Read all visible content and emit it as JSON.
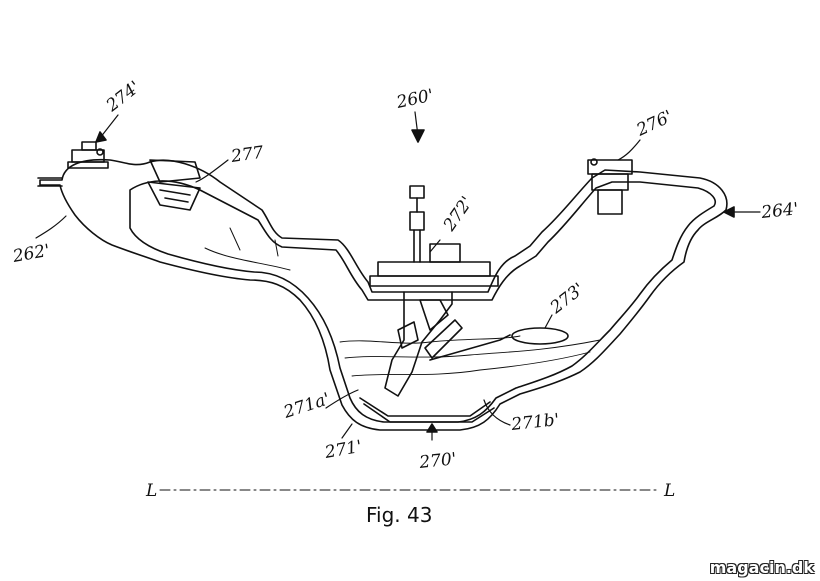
{
  "diagram": {
    "labels": {
      "assembly": "260'",
      "l274": "274'",
      "l277": "277",
      "l276": "276'",
      "l262": "262'",
      "l264": "264'",
      "l272": "272'",
      "l273": "273'",
      "l271a": "271a'",
      "l271b": "271b'",
      "l271": "271'",
      "l270": "270'",
      "axis_left": "L",
      "axis_right": "L"
    },
    "caption": "Fig. 43"
  },
  "watermark": "magacin.dk"
}
